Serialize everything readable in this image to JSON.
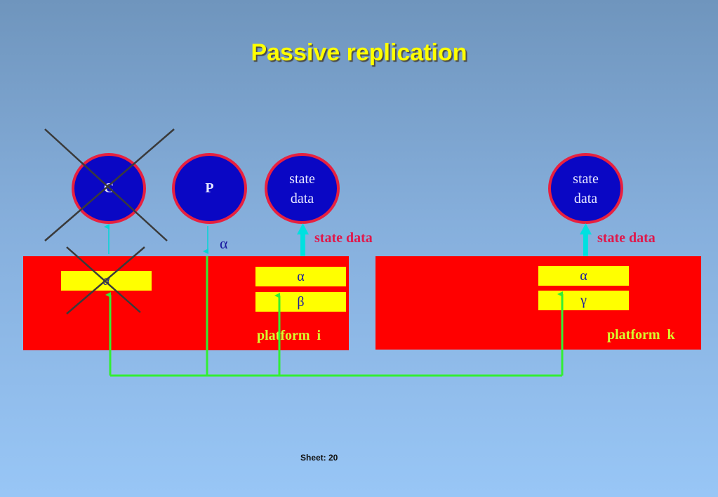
{
  "title": "Passive replication",
  "circles": {
    "c": "C",
    "p": "P",
    "state_i": [
      "state",
      "data"
    ],
    "state_k": [
      "state",
      "data"
    ]
  },
  "labels": {
    "alpha_arrow": "α",
    "state_data_i": "state data",
    "state_data_k": "state data",
    "platform_i": "platform  i",
    "platform_k": "platform  k"
  },
  "slots": {
    "failed": "α",
    "i_top": "α",
    "i_bottom": "β",
    "k_top": "α",
    "k_bottom": "γ"
  },
  "footer": "Sheet: 20",
  "colors": {
    "platform": "#ff0000",
    "slot": "#ffff00",
    "circle_fill": "#0a07c4",
    "circle_border": "#e8203f",
    "bus": "#33ee33",
    "thick_arrow": "#00e0e0"
  }
}
